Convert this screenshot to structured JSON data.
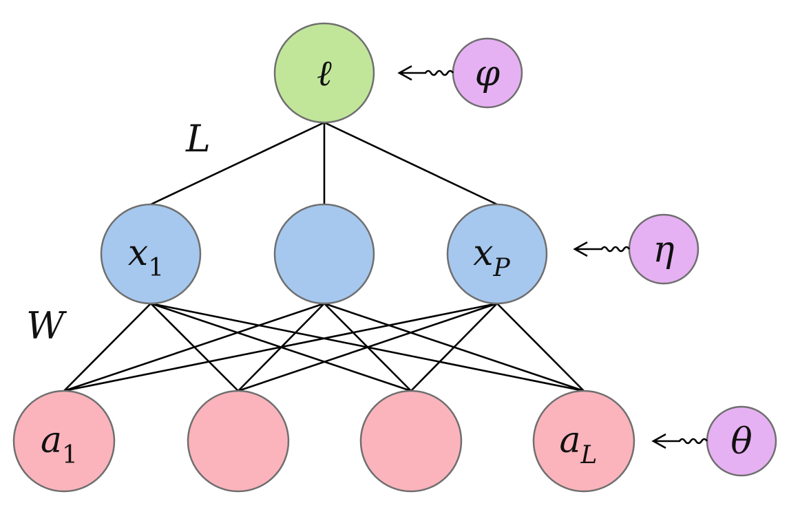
{
  "colors": {
    "loss_node": "#c1e69a",
    "hidden_node": "#a6c8ee",
    "input_node": "#fbb4bc",
    "param_node": "#e6b1f3",
    "edge": "#000000",
    "outline": "#6f6f6f"
  },
  "nodes": {
    "loss": {
      "label": "ℓ"
    },
    "hidden": [
      {
        "base": "x",
        "sub": "1"
      },
      {
        "base": "",
        "sub": ""
      },
      {
        "base": "x",
        "sub": "P"
      }
    ],
    "inputs": [
      {
        "base": "a",
        "sub": "1"
      },
      {
        "base": "",
        "sub": ""
      },
      {
        "base": "",
        "sub": ""
      },
      {
        "base": "a",
        "sub": "L"
      }
    ],
    "params": {
      "phi": "φ",
      "eta": "η",
      "theta": "θ"
    }
  },
  "edge_labels": {
    "upper": "L",
    "lower": "W"
  }
}
